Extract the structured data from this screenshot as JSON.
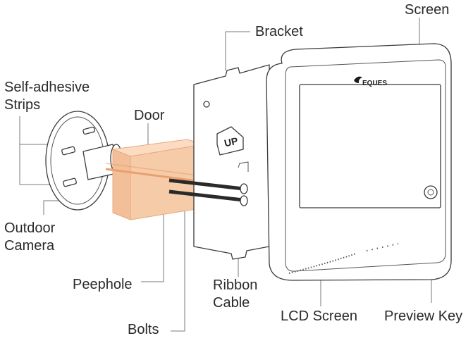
{
  "brand": {
    "logo_text": "EQUES"
  },
  "bracket": {
    "up_text": "UP"
  },
  "labels": {
    "screen": "Screen",
    "bracket": "Bracket",
    "self_adhesive_line1": "Self-adhesive",
    "self_adhesive_line2": "Strips",
    "door": "Door",
    "outdoor_line1": "Outdoor",
    "outdoor_line2": "Camera",
    "peephole": "Peephole",
    "ribbon_line1": "Ribbon",
    "ribbon_line2": "Cable",
    "bolts": "Bolts",
    "lcd_screen": "LCD Screen",
    "preview_key": "Preview Key"
  },
  "colors": {
    "door_fill": "#f6cba8",
    "door_edge": "#e8a982",
    "cable": "#e9a06e",
    "outline": "#3a3a3a",
    "leader": "#7a7a7a"
  }
}
